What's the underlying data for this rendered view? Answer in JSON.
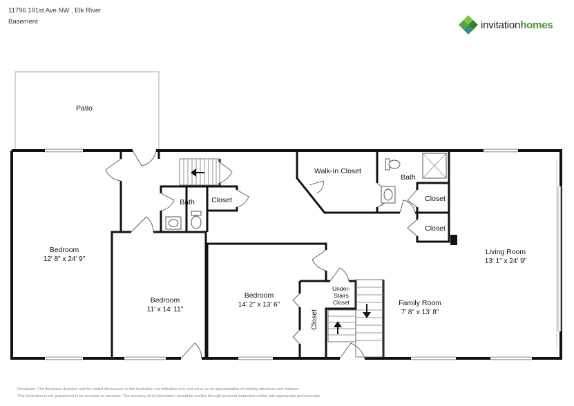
{
  "header": {
    "address": "11796 191st Ave NW , Elk River",
    "level": "Basement"
  },
  "brand": {
    "name_regular": "invitation",
    "name_bold": "homes",
    "colors": {
      "green_dark": "#3c7a2c",
      "green_light": "#7cc242",
      "green_mid": "#5aa335",
      "teal": "#2f8f7a"
    }
  },
  "rooms": {
    "patio": {
      "name": "Patio"
    },
    "bedroom_left": {
      "name": "Bedroom",
      "dims": "12' 8\" x 24' 9\""
    },
    "bedroom_mid": {
      "name": "Bedroom",
      "dims": "11' x 14' 11\""
    },
    "bedroom_center": {
      "name": "Bedroom",
      "dims": "14' 2\" x 13' 6\""
    },
    "bath_left": {
      "name": "Bath"
    },
    "closet_left": {
      "name": "Closet"
    },
    "walk_in_closet": {
      "name": "Walk-In Closet"
    },
    "bath_right": {
      "name": "Bath"
    },
    "closet_right_1": {
      "name": "Closet"
    },
    "closet_right_2": {
      "name": "Closet"
    },
    "living_room": {
      "name": "Living Room",
      "dims": "13' 1\" x 24' 9\""
    },
    "family_room": {
      "name": "Family Room",
      "dims": "7' 8\" x 13' 8\""
    },
    "under_stairs": {
      "line1": "Under-",
      "line2": "Stairs",
      "line3": "Closet"
    },
    "closet_vertical": {
      "name": "Closet"
    }
  },
  "disclaimer": {
    "line1": "Disclaimer: The floorplans depicted and the stated dimensions in this illustration are indicative only and serve as an approximation of existing structures and features.",
    "line2": "This illustration is not guaranteed to be accurate or complete. The accuracy of all information should be verified through personal inspection and/or with appropriate professionals."
  }
}
